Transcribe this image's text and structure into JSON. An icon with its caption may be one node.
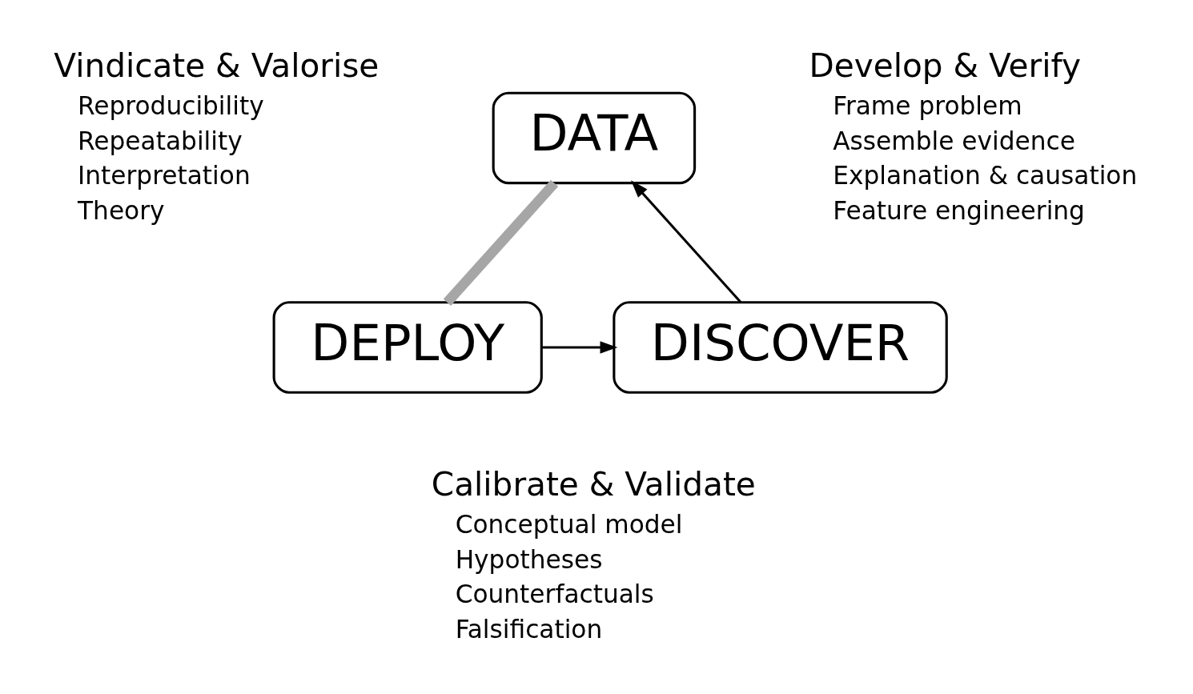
{
  "diagram": {
    "nodes": [
      {
        "text": [
          "DATA"
        ]
      },
      {
        "text": [
          "DISCOVER"
        ]
      },
      {
        "text": [
          "DEPLOY"
        ]
      }
    ],
    "edges": [
      {
        "from": 0,
        "to": 2,
        "arrow": "none",
        "style": "thick",
        "color": "#a6a6a6"
      },
      {
        "from": 2,
        "to": 1,
        "arrow": "to"
      },
      {
        "from": 1,
        "to": 0,
        "arrow": "to"
      }
    ],
    "labels": [
      "Vindicate & Valorise",
      "Reproducibility",
      "Repeatability",
      "Interpretation",
      "Theory",
      "Develop & Verify",
      "Frame problem",
      "Assemble evidence",
      "Explanation & causation",
      "Feature engineering",
      "Calibrate & Validate",
      "Conceptual model",
      "Hypotheses",
      "Counterfactuals",
      "Falsification"
    ]
  }
}
